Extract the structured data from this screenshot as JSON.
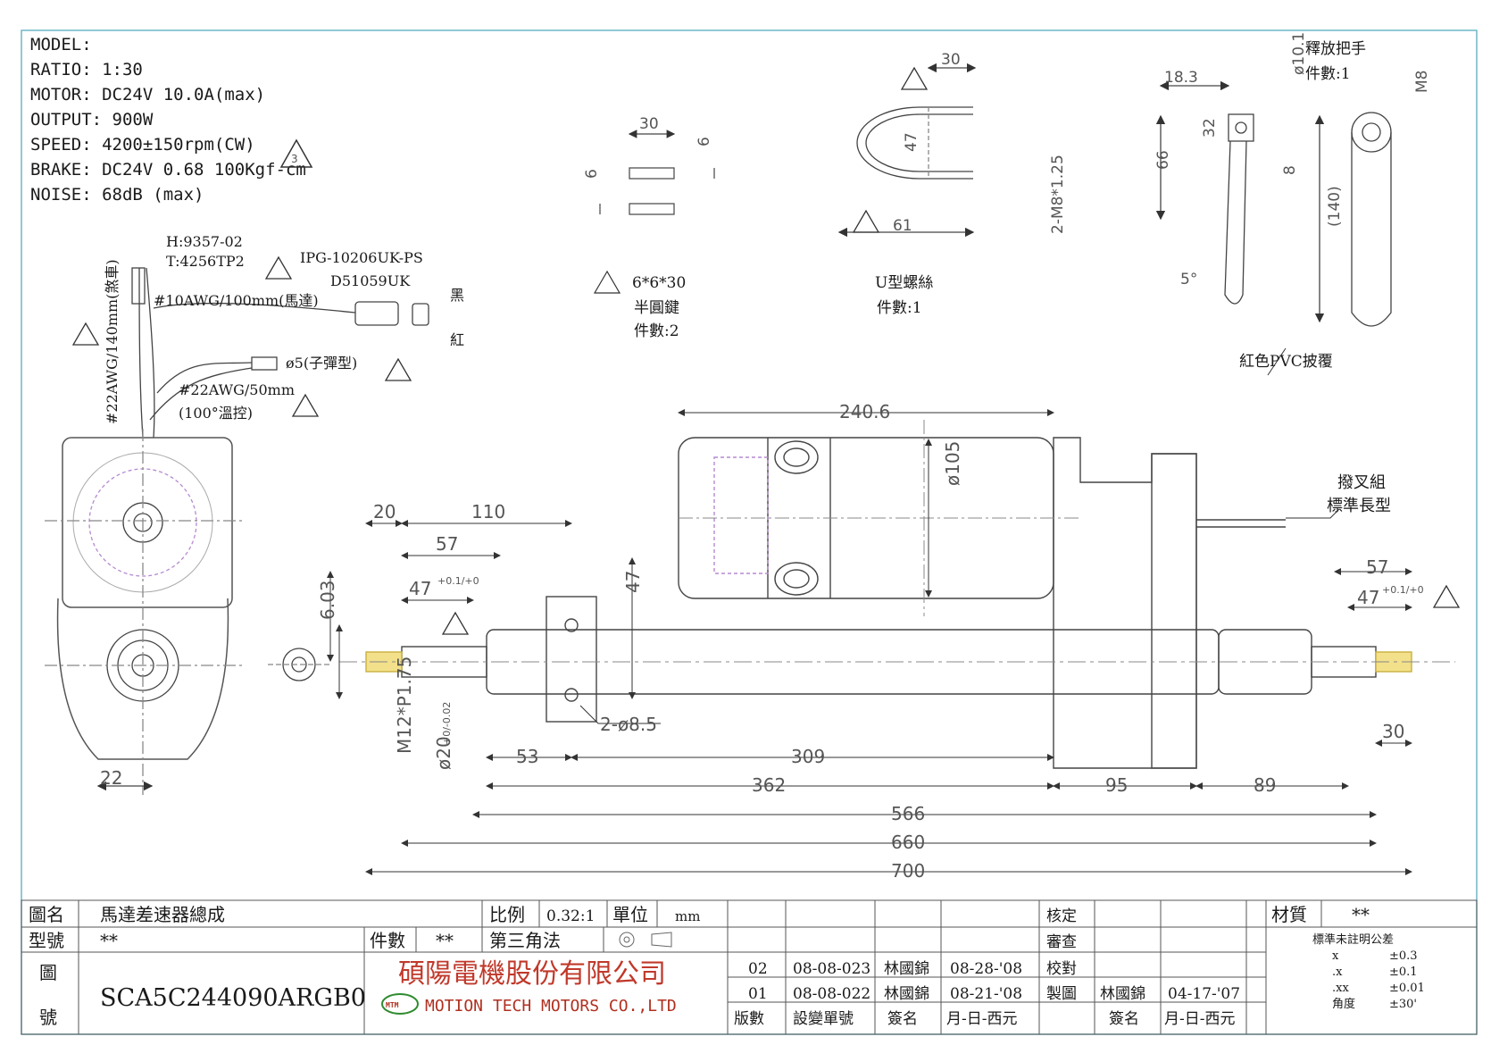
{
  "specs": {
    "model": "MODEL:",
    "ratio": "RATIO:  1:30",
    "motor": "MOTOR:  DC24V 10.0A(max)",
    "output": "OUTPUT: 900W",
    "speed": "SPEED:  4200±150rpm(CW)",
    "brake": "BRAKE:  DC24V 0.68 100Kgf-cm",
    "noise": "NOISE:  68dB (max)"
  },
  "wiring": {
    "h_code": "H:9357-02",
    "t_code": "T:4256TP2",
    "connector": "IPG-10206UK-PS",
    "connector2": "D51059UK",
    "wire_motor": "#10AWG/100mm(馬達)",
    "wire_brake": "#22AWG/140mm(煞車)",
    "wire_temp": "#22AWG/50mm",
    "temp_switch": "(100°溫控)",
    "bullet": "ø5(子彈型)",
    "black": "黑",
    "red": "紅"
  },
  "key": {
    "dim_length": "30",
    "dim_width": "6",
    "dim_height": "6",
    "spec": "6*6*30",
    "name": "半圓鍵",
    "qty": "件數:2"
  },
  "ubolt": {
    "dim_top": "30",
    "dim_height": "47",
    "dim_width": "61",
    "thread": "2-M8*1.25",
    "name": "U型螺絲",
    "qty": "件數:1"
  },
  "handle": {
    "name": "釋放把手",
    "qty": "件數:1",
    "d1": "18.3",
    "d2": "ø10.1",
    "d3": "32",
    "d4": "66",
    "d5": "8",
    "d6": "M8",
    "d7": "(140)",
    "angle": "5°",
    "cover": "紅色PVC披覆"
  },
  "fork": {
    "line1": "撥叉組",
    "line2": "標準長型"
  },
  "dims": {
    "d240": "240.6",
    "d105": "ø105",
    "d20": "20",
    "d110": "110",
    "d57l": "57",
    "d47l": "47",
    "d47l_tol": "+0.1/+0",
    "d47v": "47",
    "d603": "6.03",
    "d22": "22",
    "m12": "M12*P1.75",
    "d20shaft": "ø20",
    "d20tol": "+0/-0.02",
    "d85": "2-ø8.5",
    "d53": "53",
    "d309": "309",
    "d362": "362",
    "d95": "95",
    "d89": "89",
    "d566": "566",
    "d660": "660",
    "d700": "700",
    "d57r": "57",
    "d47r": "47",
    "d47r_tol": "+0.1/+0",
    "d30r": "30"
  },
  "titleblock": {
    "name_label": "圖名",
    "name_value": "馬達差速器總成",
    "type_label": "型號",
    "type_value": "**",
    "drawing_label": "圖",
    "drawing_label2": "號",
    "drawing_no": "SCA5C244090ARGB0",
    "scale_label": "比例",
    "scale_value": "0.32:1",
    "unit_label": "單位",
    "unit_value": "mm",
    "qty_label": "件數",
    "qty_value": "**",
    "projection": "第三角法",
    "company_cn": "碩陽電機股份有限公司",
    "company_en": "MOTION TECH MOTORS CO.,LTD",
    "logo": "MTM",
    "rev_rows": [
      {
        "rev": "02",
        "ecn": "08-08-023",
        "sign": "林國錦",
        "date": "08-28-'08"
      },
      {
        "rev": "01",
        "ecn": "08-08-022",
        "sign": "林國錦",
        "date": "08-21-'08"
      }
    ],
    "rev_head": {
      "rev": "版數",
      "ecn": "設變單號",
      "sign": "簽名",
      "date": "月-日-西元"
    },
    "approve": "核定",
    "review": "審查",
    "check": "校對",
    "drawn": "製圖",
    "drawn_by": "林國錦",
    "drawn_date": "04-17-'07",
    "sign_head": "簽名",
    "date_head": "月-日-西元",
    "material_label": "材質",
    "material_value": "**",
    "tol_title": "標準未註明公差",
    "tol_rows": [
      {
        "k": "x",
        "v": "±0.3"
      },
      {
        "k": ".x",
        "v": "±0.1"
      },
      {
        "k": ".xx",
        "v": "±0.01"
      },
      {
        "k": "角度",
        "v": "±30'"
      }
    ]
  }
}
